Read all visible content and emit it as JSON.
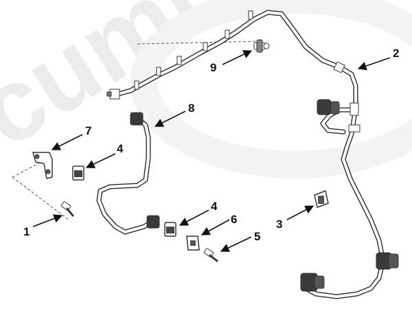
{
  "watermark": {
    "text": "cummins",
    "color": "#ececec"
  },
  "callouts": [
    {
      "id": "1",
      "label": "1",
      "target": "capscrew"
    },
    {
      "id": "2",
      "label": "2",
      "target": "fuel-supply-line"
    },
    {
      "id": "3",
      "label": "3",
      "target": "hose-clamp"
    },
    {
      "id": "4a",
      "label": "4",
      "target": "isolator-upper"
    },
    {
      "id": "4b",
      "label": "4",
      "target": "isolator-lower"
    },
    {
      "id": "5",
      "label": "5",
      "target": "capscrew-lower"
    },
    {
      "id": "6",
      "label": "6",
      "target": "clamp-plate"
    },
    {
      "id": "7",
      "label": "7",
      "target": "bracket"
    },
    {
      "id": "8",
      "label": "8",
      "target": "fuel-drain-line"
    },
    {
      "id": "9",
      "label": "9",
      "target": "banjo-fitting"
    }
  ],
  "colors": {
    "line": "#2b2b2b",
    "fill": "#ffffff",
    "connector": "#3a3a3a",
    "text": "#111111"
  }
}
